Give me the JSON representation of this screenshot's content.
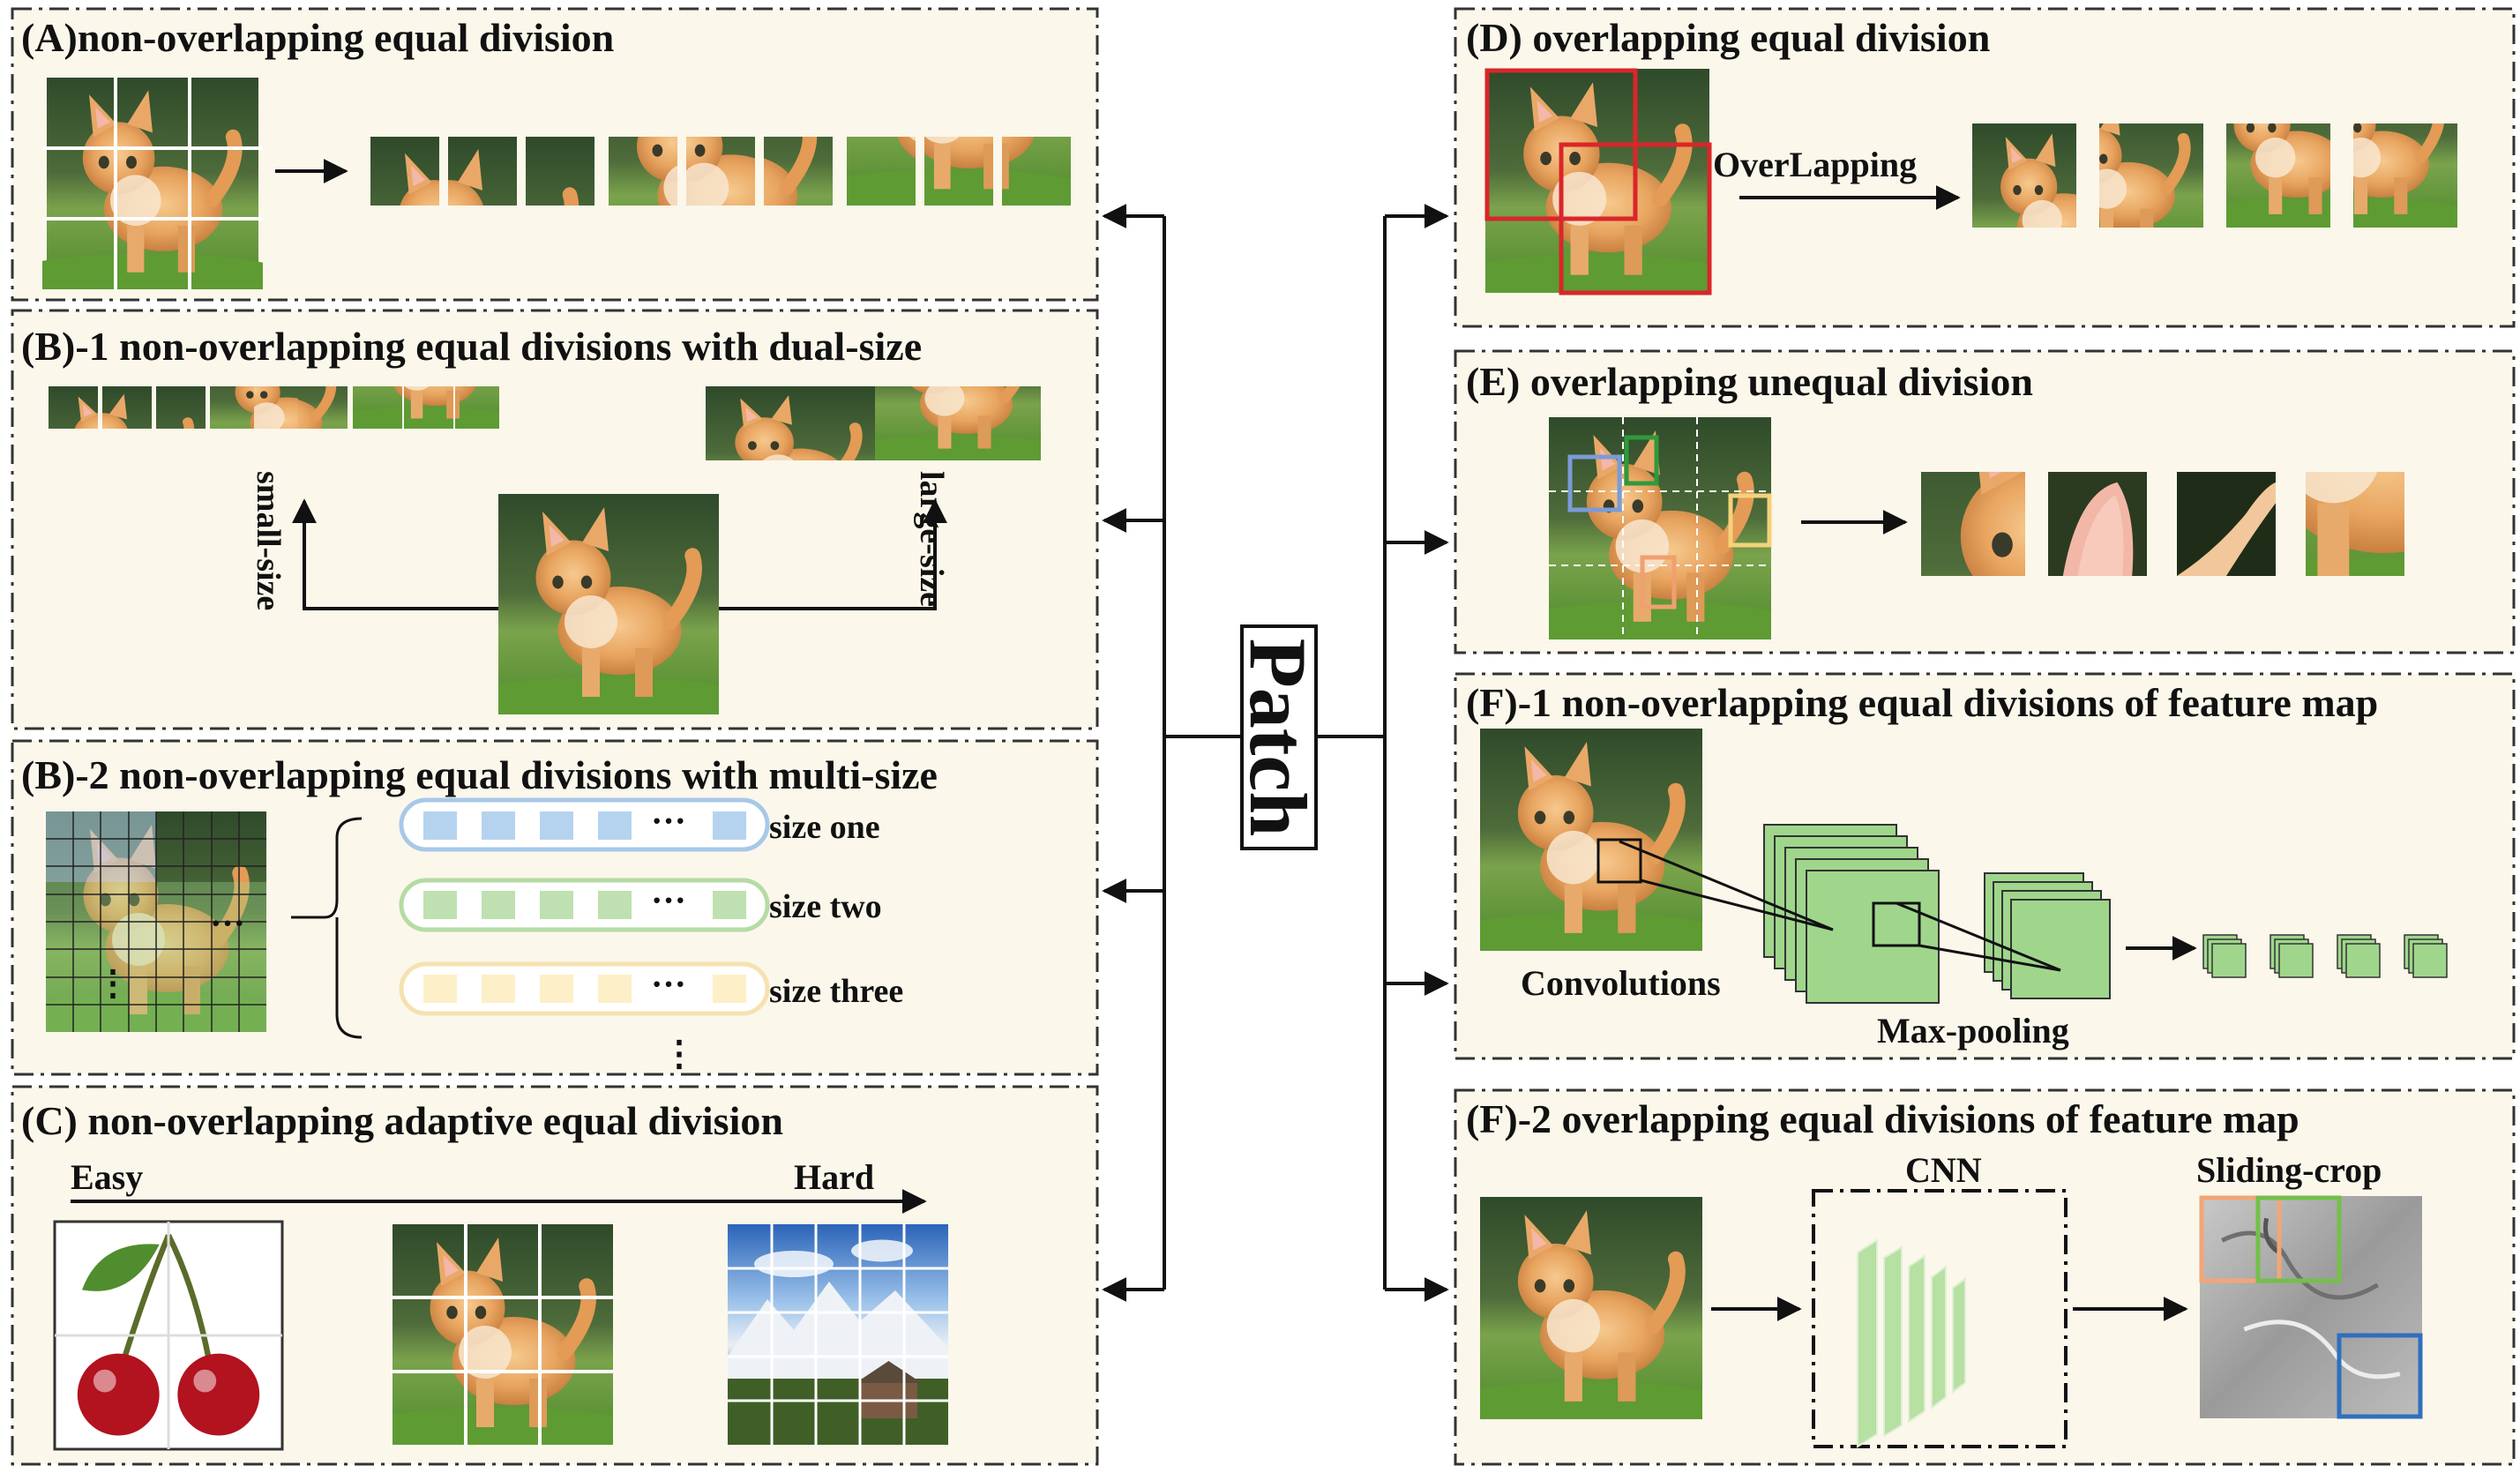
{
  "center": {
    "label": "Patch"
  },
  "colors": {
    "panel_bg": "#fbf7eb",
    "panel_border": "#333333",
    "arrow": "#111111",
    "red_box": "#d9262a",
    "blue_strip": "#b5d3ef",
    "green_strip": "#bfe0b0",
    "yellow_strip": "#fdefc8",
    "feature_green": "#9fd68c"
  },
  "panels": {
    "A": {
      "title": "(A)non-overlapping equal division"
    },
    "B1": {
      "title": "(B)-1 non-overlapping equal divisions with dual-size",
      "small_label": "small-size",
      "large_label": "large-size"
    },
    "B2": {
      "title": "(B)-2 non-overlapping equal divisions with multi-size",
      "sizes": [
        "size one",
        "size two",
        "size three"
      ],
      "ellipsis": "···",
      "vdots": "⋮"
    },
    "C": {
      "title": "(C) non-overlapping  adaptive equal division",
      "easy": "Easy",
      "hard": "Hard"
    },
    "D": {
      "title": "(D) overlapping equal division",
      "arrow_label": "OverLapping"
    },
    "E": {
      "title": "(E) overlapping unequal division"
    },
    "F1": {
      "title": "(F)-1 non-overlapping equal divisions of feature map",
      "conv_label": "Convolutions",
      "pool_label": "Max-pooling"
    },
    "F2": {
      "title": "(F)-2 overlapping equal divisions of feature map",
      "cnn_label": "CNN",
      "crop_label": "Sliding-crop"
    }
  },
  "icons": [
    "kitten-image",
    "cherry-image",
    "mountain-image",
    "feature-map-image",
    "arrow-right-icon",
    "arrow-left-icon"
  ]
}
